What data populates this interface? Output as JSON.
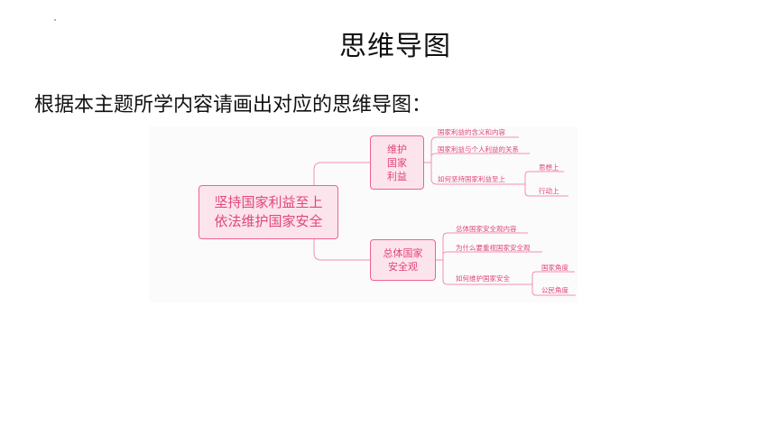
{
  "slide": {
    "title": "思维导图",
    "prompt": "根据本主题所学内容请画出对应的思维导图："
  },
  "mindmap": {
    "root": "坚持国家利益至上\n依法维护国家安全",
    "branches": [
      {
        "label": "维护\n国家\n利益",
        "children": [
          {
            "label": "国家利益的含义和内容"
          },
          {
            "label": "国家利益与个人利益的关系"
          },
          {
            "label": "如何坚持国家利益至上",
            "children": [
              "思想上",
              "行动上"
            ]
          }
        ]
      },
      {
        "label": "总体国家\n安全观",
        "children": [
          {
            "label": "总体国家安全观内容"
          },
          {
            "label": "为什么要重视国家安全观"
          },
          {
            "label": "如何维护国家安全",
            "children": [
              "国家角度",
              "公民角度"
            ]
          }
        ]
      }
    ],
    "colors": {
      "node_fill": "#fce4ec",
      "node_border": "#f06292",
      "text": "#e0457b",
      "connector": "#f48fb1"
    }
  }
}
